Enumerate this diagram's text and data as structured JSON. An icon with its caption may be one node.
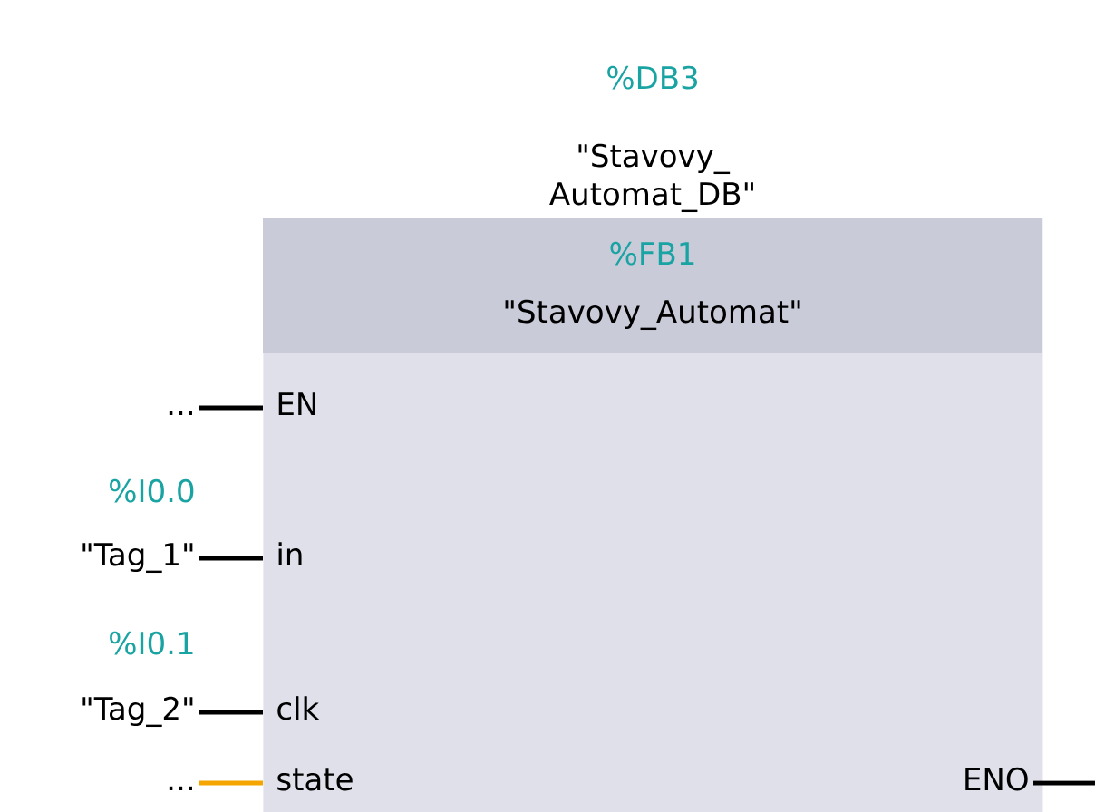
{
  "diagram": {
    "nodes": [
      {
        "text": [
          "%FB1",
          "\"Stavovy_Automat\""
        ],
        "beside": [
          "%DB3",
          "\"Stavovy_ Automat_DB\""
        ]
      },
      {
        "text": [
          "EN"
        ],
        "in": 0
      },
      {
        "text": [
          "in"
        ],
        "in": 0
      },
      {
        "text": [
          "clk"
        ],
        "in": 0
      },
      {
        "text": [
          "state"
        ],
        "in": 0
      },
      {
        "text": [
          "ENO"
        ],
        "in": 0
      },
      {
        "text": [
          "..."
        ]
      },
      {
        "text": [
          "\"Tag_1\""
        ],
        "beside": [
          "%I0.0"
        ]
      },
      {
        "text": [
          "\"Tag_2\""
        ],
        "beside": [
          "%I0.1"
        ]
      },
      {
        "text": [
          "..."
        ]
      }
    ],
    "edges": [
      {
        "from": 6,
        "to": 1,
        "arrow": "none"
      },
      {
        "from": 7,
        "to": 2,
        "arrow": "none"
      },
      {
        "from": 8,
        "to": 3,
        "arrow": "none"
      },
      {
        "from": 9,
        "to": 4,
        "arrow": "none",
        "color": "#f5a500"
      },
      {
        "from": 5,
        "to": null,
        "arrow": "none"
      }
    ]
  }
}
